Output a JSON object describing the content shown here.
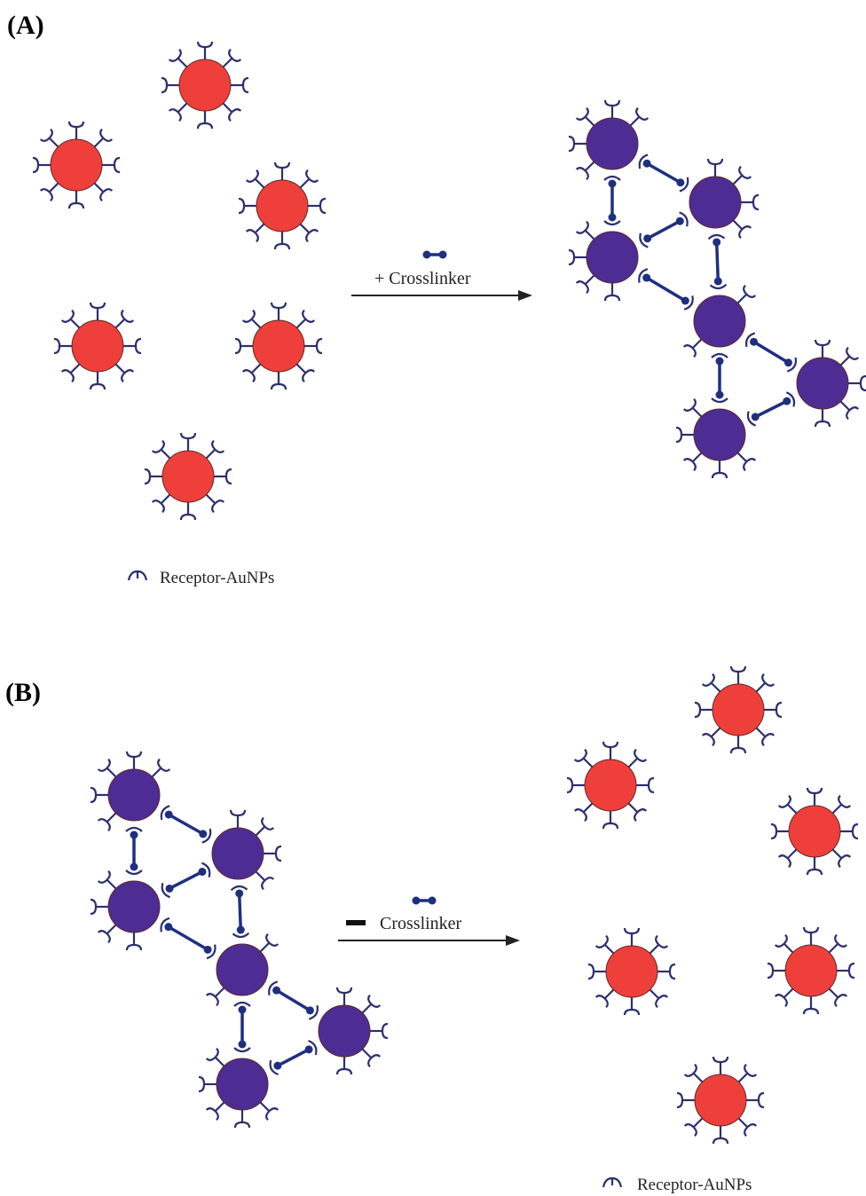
{
  "panels": [
    {
      "label": "(A)",
      "step_text": "+ Crosslinker",
      "legend_text": "Receptor-AuNPs",
      "before_state": "dispersed",
      "after_state": "aggregated"
    },
    {
      "label": "(B)",
      "step_text": "Crosslinker",
      "step_sign": "minus",
      "legend_text": "Receptor-AuNPs",
      "before_state": "aggregated",
      "after_state": "dispersed"
    }
  ],
  "colors": {
    "dispersed_particle": "#ef3f3b",
    "aggregated_particle": "#4d2c94",
    "receptor": "#2c2f6e",
    "crosslinker": "#1f2f80",
    "arrow": "#222222"
  },
  "icons": {
    "receptor": "receptor-y-icon",
    "crosslinker": "crosslinker-dumbbell-icon"
  }
}
